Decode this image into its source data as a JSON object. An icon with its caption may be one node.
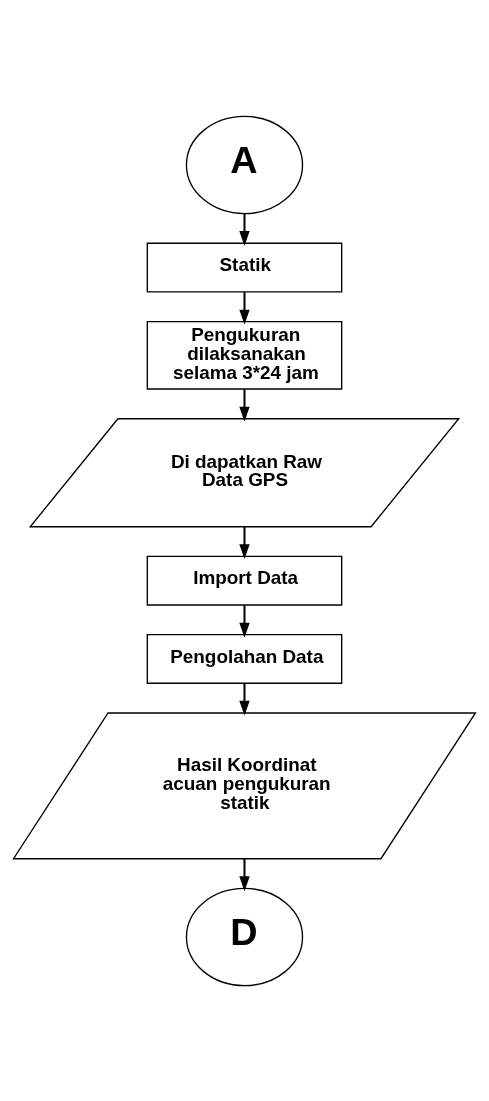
{
  "diagram": {
    "nodes": [
      {
        "text": [
          "A"
        ]
      },
      {
        "text": [
          "Statik"
        ]
      },
      {
        "text": [
          "Pengukuran dilaksanakan selama 3*24 jam"
        ]
      },
      {
        "text": [
          "Di dapatkan Raw Data GPS"
        ]
      },
      {
        "text": [
          "Import Data"
        ]
      },
      {
        "text": [
          "Pengolahan Data"
        ]
      },
      {
        "text": [
          "Hasil Koordinat acuan pengukuran statik"
        ]
      },
      {
        "text": [
          "D"
        ]
      }
    ],
    "edges": [
      {
        "from": 0,
        "to": 1,
        "arrow": "to"
      },
      {
        "from": 1,
        "to": 2,
        "arrow": "to"
      },
      {
        "from": 2,
        "to": 3,
        "arrow": "to"
      },
      {
        "from": 3,
        "to": 4,
        "arrow": "to"
      },
      {
        "from": 4,
        "to": 5,
        "arrow": "to"
      },
      {
        "from": 5,
        "to": 6,
        "arrow": "to"
      },
      {
        "from": 6,
        "to": 7,
        "arrow": "to"
      }
    ]
  }
}
